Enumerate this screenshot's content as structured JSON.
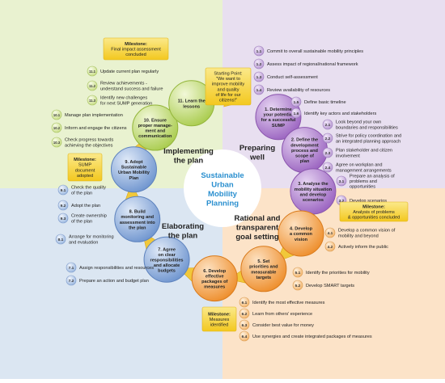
{
  "center": {
    "lines": [
      "Sustainable",
      "Urban",
      "Mobility",
      "Planning"
    ],
    "color": "#2a8fcf"
  },
  "colors": {
    "q_preparing": "#e8dff0",
    "q_rational": "#fce3c8",
    "q_elaborating": "#dbe6f2",
    "q_implementing": "#e9f2d0",
    "purple": "#a676c8",
    "orange": "#f19a3e",
    "blue": "#7fa3d6",
    "green": "#bcd66b",
    "yellow": "#f7d33a",
    "arrow": "#f1c83a"
  },
  "phases": {
    "preparing": [
      "Preparing",
      "well"
    ],
    "rational": [
      "Rational and",
      "transparent",
      "goal setting"
    ],
    "elaborating": [
      "Elaborating",
      "the plan"
    ],
    "implementing": [
      "Implementing",
      "the plan"
    ]
  },
  "starting_point": [
    "Starting Point:",
    "\"We want to",
    "improve mobility",
    "and quality",
    "of life for our",
    "citizens!\""
  ],
  "milestones": {
    "m1": [
      "Milestone:",
      "Final impact assessment",
      "concluded"
    ],
    "m2": [
      "Milestone:",
      "Analysis of problems",
      "& opportunities concluded"
    ],
    "m3": [
      "Milestone:",
      "Measures",
      "identified"
    ],
    "m4": [
      "Milestone:",
      "SUMP",
      "document",
      "adopted"
    ]
  },
  "steps": [
    {
      "id": "s1",
      "lines": [
        "1. Determine",
        "your potential",
        "for a successful",
        "SUMP"
      ]
    },
    {
      "id": "s2",
      "lines": [
        "2. Define the",
        "development",
        "process and",
        "scope of",
        "plan"
      ]
    },
    {
      "id": "s3",
      "lines": [
        "3. Analyse the",
        "mobility situation",
        "and develop",
        "scenarios"
      ]
    },
    {
      "id": "s4",
      "lines": [
        "4. Develop",
        "a common",
        "vision"
      ]
    },
    {
      "id": "s5",
      "lines": [
        "5. Set",
        "priorities and",
        "measurable",
        "targets"
      ]
    },
    {
      "id": "s6",
      "lines": [
        "6. Develop",
        "effective",
        "packages of",
        "measures"
      ]
    },
    {
      "id": "s7",
      "lines": [
        "7. Agree",
        "on clear",
        "responsibilities",
        "and allocate",
        "budgets"
      ]
    },
    {
      "id": "s8",
      "lines": [
        "8. Build",
        "monitoring and",
        "assessment into",
        "the plan"
      ]
    },
    {
      "id": "s9",
      "lines": [
        "9. Adopt",
        "Sustainable",
        "Urban Mobility",
        "Plan"
      ]
    },
    {
      "id": "s10",
      "lines": [
        "10. Ensure",
        "proper manage-",
        "ment and",
        "communication"
      ]
    },
    {
      "id": "s11",
      "lines": [
        "11. Learn the",
        "lessons"
      ]
    }
  ],
  "activities": [
    {
      "num": "1.1",
      "lines": [
        "Commit to overall sustainable mobility principles"
      ]
    },
    {
      "num": "1.2",
      "lines": [
        "Assess impact of regional/national framework"
      ]
    },
    {
      "num": "1.3",
      "lines": [
        "Conduct self-assessment"
      ]
    },
    {
      "num": "1.4",
      "lines": [
        "Review availability of resources"
      ]
    },
    {
      "num": "1.5",
      "lines": [
        "Define basic timeline"
      ]
    },
    {
      "num": "1.6",
      "lines": [
        "Identify key actors and stakeholders"
      ]
    },
    {
      "num": "2.1",
      "lines": [
        "Look beyond your own",
        "boundaries and responsibilities"
      ]
    },
    {
      "num": "2.2",
      "lines": [
        "Strive for policy coordination and",
        "an integrated planning approach"
      ]
    },
    {
      "num": "2.3",
      "lines": [
        "Plan stakeholder and citizen",
        "involvement"
      ]
    },
    {
      "num": "2.4",
      "lines": [
        "Agree on workplan and",
        "management arrangements"
      ]
    },
    {
      "num": "3.1",
      "lines": [
        "Prepare an analysis of",
        "problems and",
        "opportunities"
      ]
    },
    {
      "num": "3.2",
      "lines": [
        "Develop scenarios"
      ]
    },
    {
      "num": "4.1",
      "lines": [
        "Develop a common vision of",
        "mobility and beyond"
      ]
    },
    {
      "num": "4.2",
      "lines": [
        "Actively inform the public"
      ]
    },
    {
      "num": "5.1",
      "lines": [
        "Identify the priorities for mobility"
      ]
    },
    {
      "num": "5.2",
      "lines": [
        "Develop SMART targets"
      ]
    },
    {
      "num": "6.1",
      "lines": [
        "Identify the most effective measures"
      ]
    },
    {
      "num": "6.2",
      "lines": [
        "Learn from others' experience"
      ]
    },
    {
      "num": "6.3",
      "lines": [
        "Consider best value for money"
      ]
    },
    {
      "num": "6.4",
      "lines": [
        "Use synergies and create integrated packages of measures"
      ]
    },
    {
      "num": "7.1",
      "lines": [
        "Assign responsibilities and resources"
      ]
    },
    {
      "num": "7.2",
      "lines": [
        "Prepare an action and budget plan"
      ]
    },
    {
      "num": "8.1",
      "lines": [
        "Arrange for monitoring",
        "and evaluation"
      ]
    },
    {
      "num": "9.1",
      "lines": [
        "Check the quality",
        "of the plan"
      ]
    },
    {
      "num": "9.2",
      "lines": [
        "Adopt the plan"
      ]
    },
    {
      "num": "9.3",
      "lines": [
        "Create ownership",
        "of the plan"
      ]
    },
    {
      "num": "10.1",
      "lines": [
        "Manage plan implementation"
      ]
    },
    {
      "num": "10.2",
      "lines": [
        "Inform and engage the citizens"
      ]
    },
    {
      "num": "10.3",
      "lines": [
        "Check progress towards",
        "achieving the objectives"
      ]
    },
    {
      "num": "11.1",
      "lines": [
        "Update current plan regularly"
      ]
    },
    {
      "num": "11.2",
      "lines": [
        "Review achievements -",
        "understand success and failure"
      ]
    },
    {
      "num": "11.3",
      "lines": [
        "Identify new challenges",
        "for next SUMP generation"
      ]
    }
  ]
}
